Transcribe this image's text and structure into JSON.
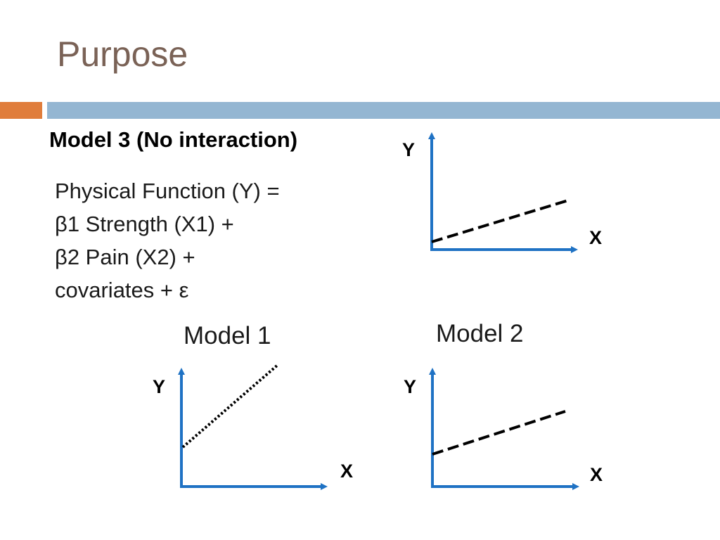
{
  "slide": {
    "title": "Purpose",
    "heading": "Model 3 (No interaction)",
    "formula_lines": [
      "Physical Function (Y) =",
      "β1 Strength (X1) +",
      "β2 Pain (X2) +",
      "covariates + ε"
    ],
    "colors": {
      "title": "#7a6256",
      "accent_orange": "#e07d3b",
      "accent_blue": "#94b6d2",
      "axis": "#1f72c4",
      "line": "#000000"
    }
  },
  "diagrams": {
    "model3": {
      "y_label": "Y",
      "x_label": "X",
      "line_style": "dashed"
    },
    "model1": {
      "label": "Model 1",
      "y_label": "Y",
      "x_label": "X",
      "line_style": "dotted"
    },
    "model2": {
      "label": "Model 2",
      "y_label": "Y",
      "x_label": "X",
      "line_style": "dashed"
    }
  }
}
